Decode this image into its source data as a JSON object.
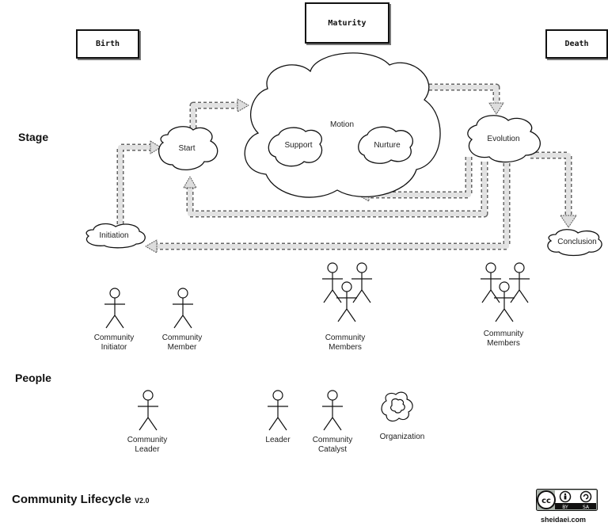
{
  "stages": {
    "birth": "Birth",
    "maturity": "Maturity",
    "death": "Death"
  },
  "side_labels": {
    "stage": "Stage",
    "people": "People"
  },
  "nodes": {
    "start": "Start",
    "motion": "Motion",
    "support": "Support",
    "nurture": "Nurture",
    "evolution": "Evolution",
    "initiation": "Initiation",
    "conclusion": "Conclusion"
  },
  "actors": {
    "community_initiator": [
      "Community",
      "Initiator"
    ],
    "community_member": [
      "Community",
      "Member"
    ],
    "community_members_1": [
      "Community",
      "Members"
    ],
    "community_members_2": [
      "Community",
      "Members"
    ],
    "community_leader": [
      "Community",
      "Leader"
    ],
    "leader": "Leader",
    "community_catalyst": [
      "Community",
      "Catalyst"
    ],
    "organization": "Organization"
  },
  "footer": {
    "title": "Community Lifecycle",
    "version": "V2.0",
    "license_badge": [
      "BY",
      "SA"
    ],
    "site": "sheidaei.com"
  },
  "colors": {
    "arrow_fill": "#dcdcdc",
    "stroke": "#111111"
  }
}
